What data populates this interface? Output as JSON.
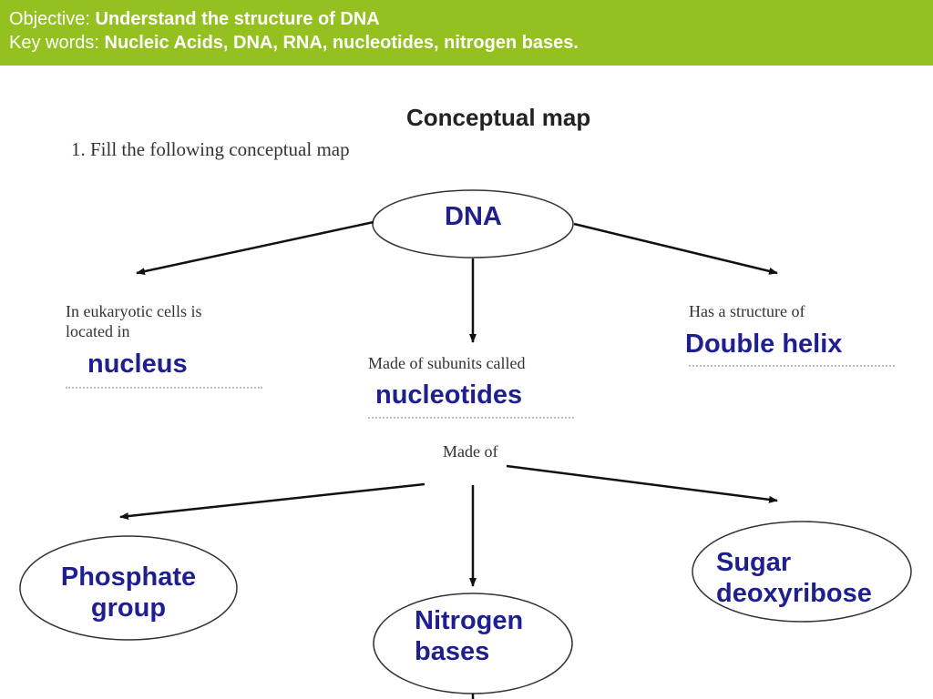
{
  "header": {
    "objective_label": "Objective:",
    "objective_value": "Understand the structure of DNA",
    "keywords_label": "Key words:",
    "keywords_value": "Nucleic Acids, DNA, RNA, nucleotides, nitrogen bases."
  },
  "map": {
    "title": "Conceptual map",
    "instruction": "1. Fill the following conceptual map",
    "root": "DNA",
    "left_prompt_line1": "In eukaryotic cells is",
    "left_prompt_line2": "located in",
    "left_answer": "nucleus",
    "center_prompt": "Made of subunits called",
    "center_answer": "nucleotides",
    "right_prompt": "Has a structure of",
    "right_answer": "Double helix",
    "made_of": "Made of",
    "component_left_line1": "Phosphate",
    "component_left_line2": "group",
    "component_center_line1": "Nitrogen",
    "component_center_line2": "bases",
    "component_right_line1": "Sugar",
    "component_right_line2": "deoxyribose"
  },
  "colors": {
    "header_bg": "#94c11f",
    "answer_text": "#1f1f8f"
  }
}
